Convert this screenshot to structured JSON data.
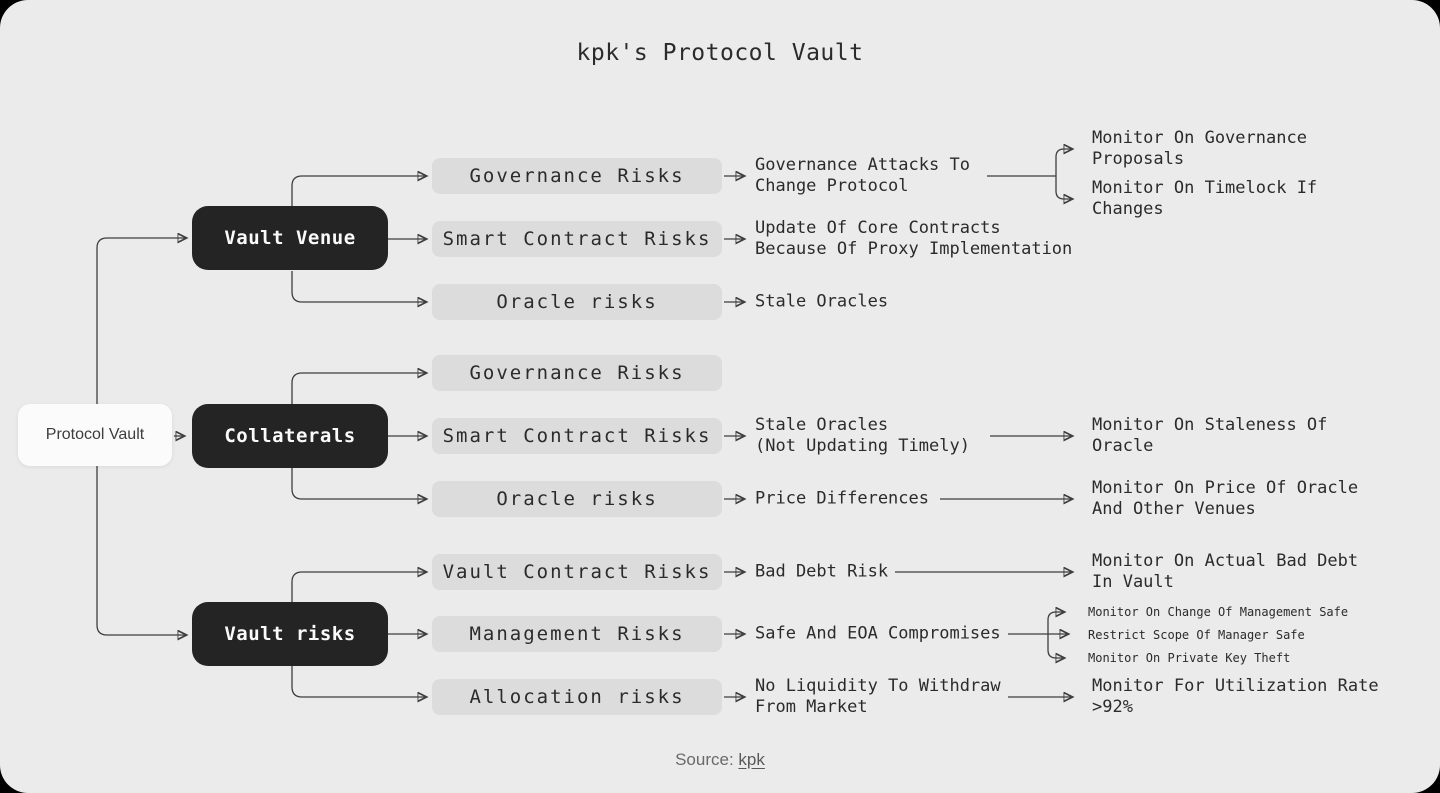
{
  "title": "kpk's Protocol Vault",
  "root_label": "Protocol Vault",
  "colors": {
    "canvas_bg": "#ebebeb",
    "node_dark": "#242424",
    "node_gray": "#dcdcdc",
    "node_white": "#fbfbfb",
    "line": "#3e3e3e",
    "footer_text": "#6a6a6a"
  },
  "branches": [
    {
      "label": "Vault Venue",
      "risks": [
        {
          "label": "Governance Risks",
          "consequence": "Governance Attacks To\nChange Protocol",
          "monitors": [
            "Monitor On Governance\nProposals",
            "Monitor On Timelock If\nChanges"
          ]
        },
        {
          "label": "Smart Contract Risks",
          "consequence": "Update Of Core Contracts\nBecause Of Proxy Implementation",
          "monitors": []
        },
        {
          "label": "Oracle risks",
          "consequence": "Stale Oracles",
          "monitors": []
        }
      ]
    },
    {
      "label": "Collaterals",
      "risks": [
        {
          "label": "Governance Risks",
          "consequence": "",
          "monitors": []
        },
        {
          "label": "Smart Contract Risks",
          "consequence": "Stale Oracles\n(Not Updating Timely)",
          "monitors": [
            "Monitor On Staleness Of\nOracle"
          ]
        },
        {
          "label": "Oracle risks",
          "consequence": "Price Differences",
          "monitors": [
            "Monitor On Price Of Oracle\nAnd Other Venues"
          ]
        }
      ]
    },
    {
      "label": "Vault risks",
      "risks": [
        {
          "label": "Vault Contract Risks",
          "consequence": "Bad Debt Risk",
          "monitors": [
            "Monitor On Actual Bad Debt\nIn Vault"
          ]
        },
        {
          "label": "Management Risks",
          "consequence": "Safe And EOA Compromises",
          "monitors": [
            "Monitor On Change Of Management Safe",
            "Restrict Scope Of Manager Safe",
            "Monitor On Private Key Theft"
          ]
        },
        {
          "label": "Allocation risks",
          "consequence": "No Liquidity To Withdraw\nFrom Market",
          "monitors": [
            "Monitor For Utilization Rate\n>92%"
          ]
        }
      ]
    }
  ],
  "footer": {
    "source_label": "Source:",
    "source_link": "kpk"
  }
}
